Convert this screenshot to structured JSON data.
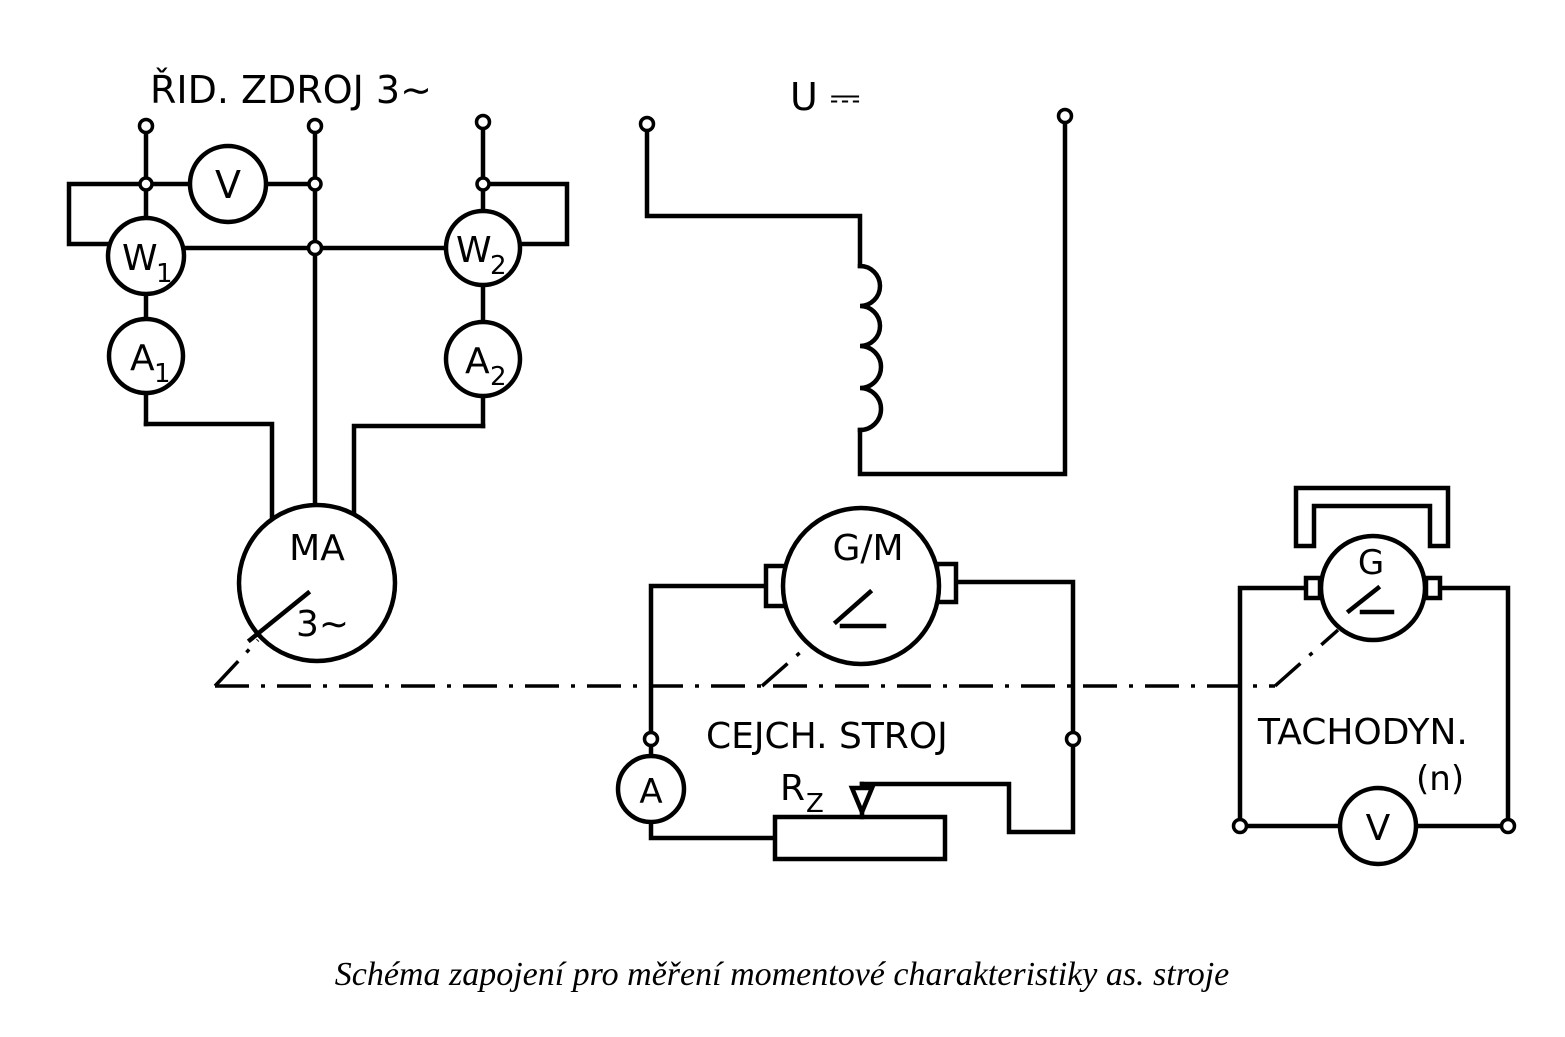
{
  "labels": {
    "source_3phase": "ŘID. ZDROJ 3∼",
    "dc_supply": "U ⎓",
    "voltmeter_v1": "V",
    "wattmeter_w1": "W",
    "wattmeter_w1_sub": "1",
    "wattmeter_w2": "W",
    "wattmeter_w2_sub": "2",
    "ammeter_a1": "A",
    "ammeter_a1_sub": "1",
    "ammeter_a2": "A",
    "ammeter_a2_sub": "2",
    "motor_ma": "MA",
    "motor_ma_phase": "3∼",
    "machine_gm": "G/M",
    "calibrating_machine": "CEJCH. STROJ",
    "ammeter_a": "A",
    "resistor_rz": "R",
    "resistor_rz_sub": "Z",
    "tacho_generator": "G",
    "tachodynamo": "TACHODYN.",
    "tacho_unit": "(n)",
    "voltmeter_v2": "V"
  },
  "caption": "Schéma zapojení pro měření momentové charakteristiky as. stroje"
}
